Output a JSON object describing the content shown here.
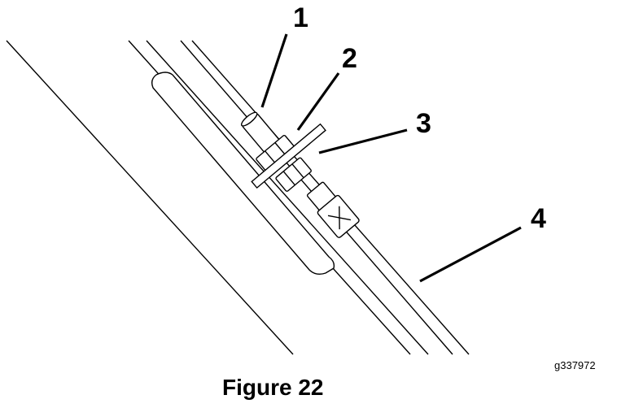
{
  "figure": {
    "caption": "Figure 22",
    "graphic_code": "g337972"
  },
  "callouts": [
    "1",
    "2",
    "3",
    "4"
  ]
}
